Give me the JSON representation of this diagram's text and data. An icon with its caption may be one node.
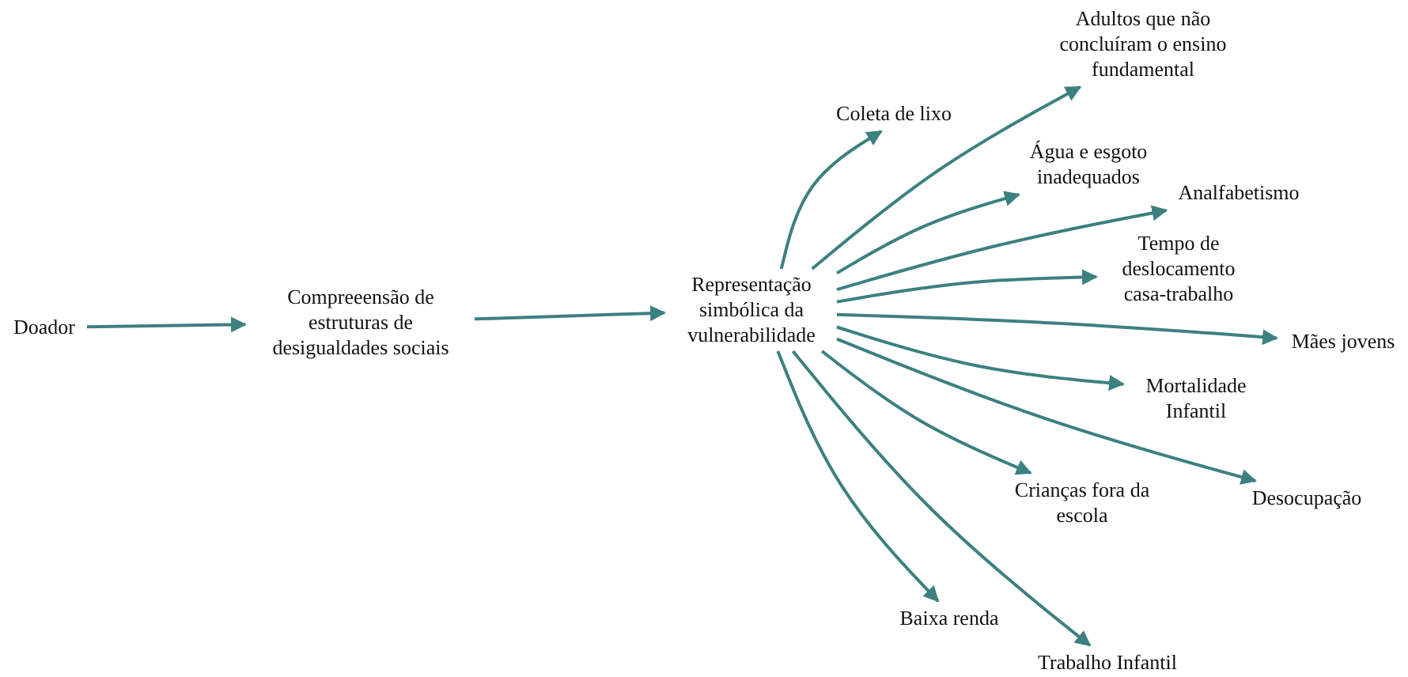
{
  "diagram": {
    "nodes": [
      {
        "text": [
          "Doador"
        ]
      },
      {
        "text": [
          "Compreeensão de estruturas de desigualdades sociais"
        ]
      },
      {
        "text": [
          "Representação simbólica da vulnerabilidade"
        ]
      },
      {
        "text": [
          "Coleta de lixo"
        ]
      },
      {
        "text": [
          "Adultos que não concluíram o ensino fundamental"
        ]
      },
      {
        "text": [
          "Água e esgoto inadequados"
        ]
      },
      {
        "text": [
          "Analfabetismo"
        ]
      },
      {
        "text": [
          "Tempo de deslocamento casa-trabalho"
        ]
      },
      {
        "text": [
          "Mães jovens"
        ]
      },
      {
        "text": [
          "Mortalidade Infantil"
        ]
      },
      {
        "text": [
          "Desocupação"
        ]
      },
      {
        "text": [
          "Crianças fora da escola"
        ]
      },
      {
        "text": [
          "Baixa renda"
        ]
      },
      {
        "text": [
          "Trabalho Infantil"
        ]
      }
    ],
    "edges": [
      {
        "from": 0,
        "to": 1,
        "arrow": "to"
      },
      {
        "from": 1,
        "to": 2,
        "arrow": "to"
      },
      {
        "from": 2,
        "to": 3,
        "arrow": "to"
      },
      {
        "from": 2,
        "to": 4,
        "arrow": "to"
      },
      {
        "from": 2,
        "to": 5,
        "arrow": "to"
      },
      {
        "from": 2,
        "to": 6,
        "arrow": "to"
      },
      {
        "from": 2,
        "to": 7,
        "arrow": "to"
      },
      {
        "from": 2,
        "to": 8,
        "arrow": "to"
      },
      {
        "from": 2,
        "to": 9,
        "arrow": "to"
      },
      {
        "from": 2,
        "to": 10,
        "arrow": "to"
      },
      {
        "from": 2,
        "to": 11,
        "arrow": "to"
      },
      {
        "from": 2,
        "to": 12,
        "arrow": "to"
      },
      {
        "from": 2,
        "to": 13,
        "arrow": "to"
      }
    ]
  }
}
